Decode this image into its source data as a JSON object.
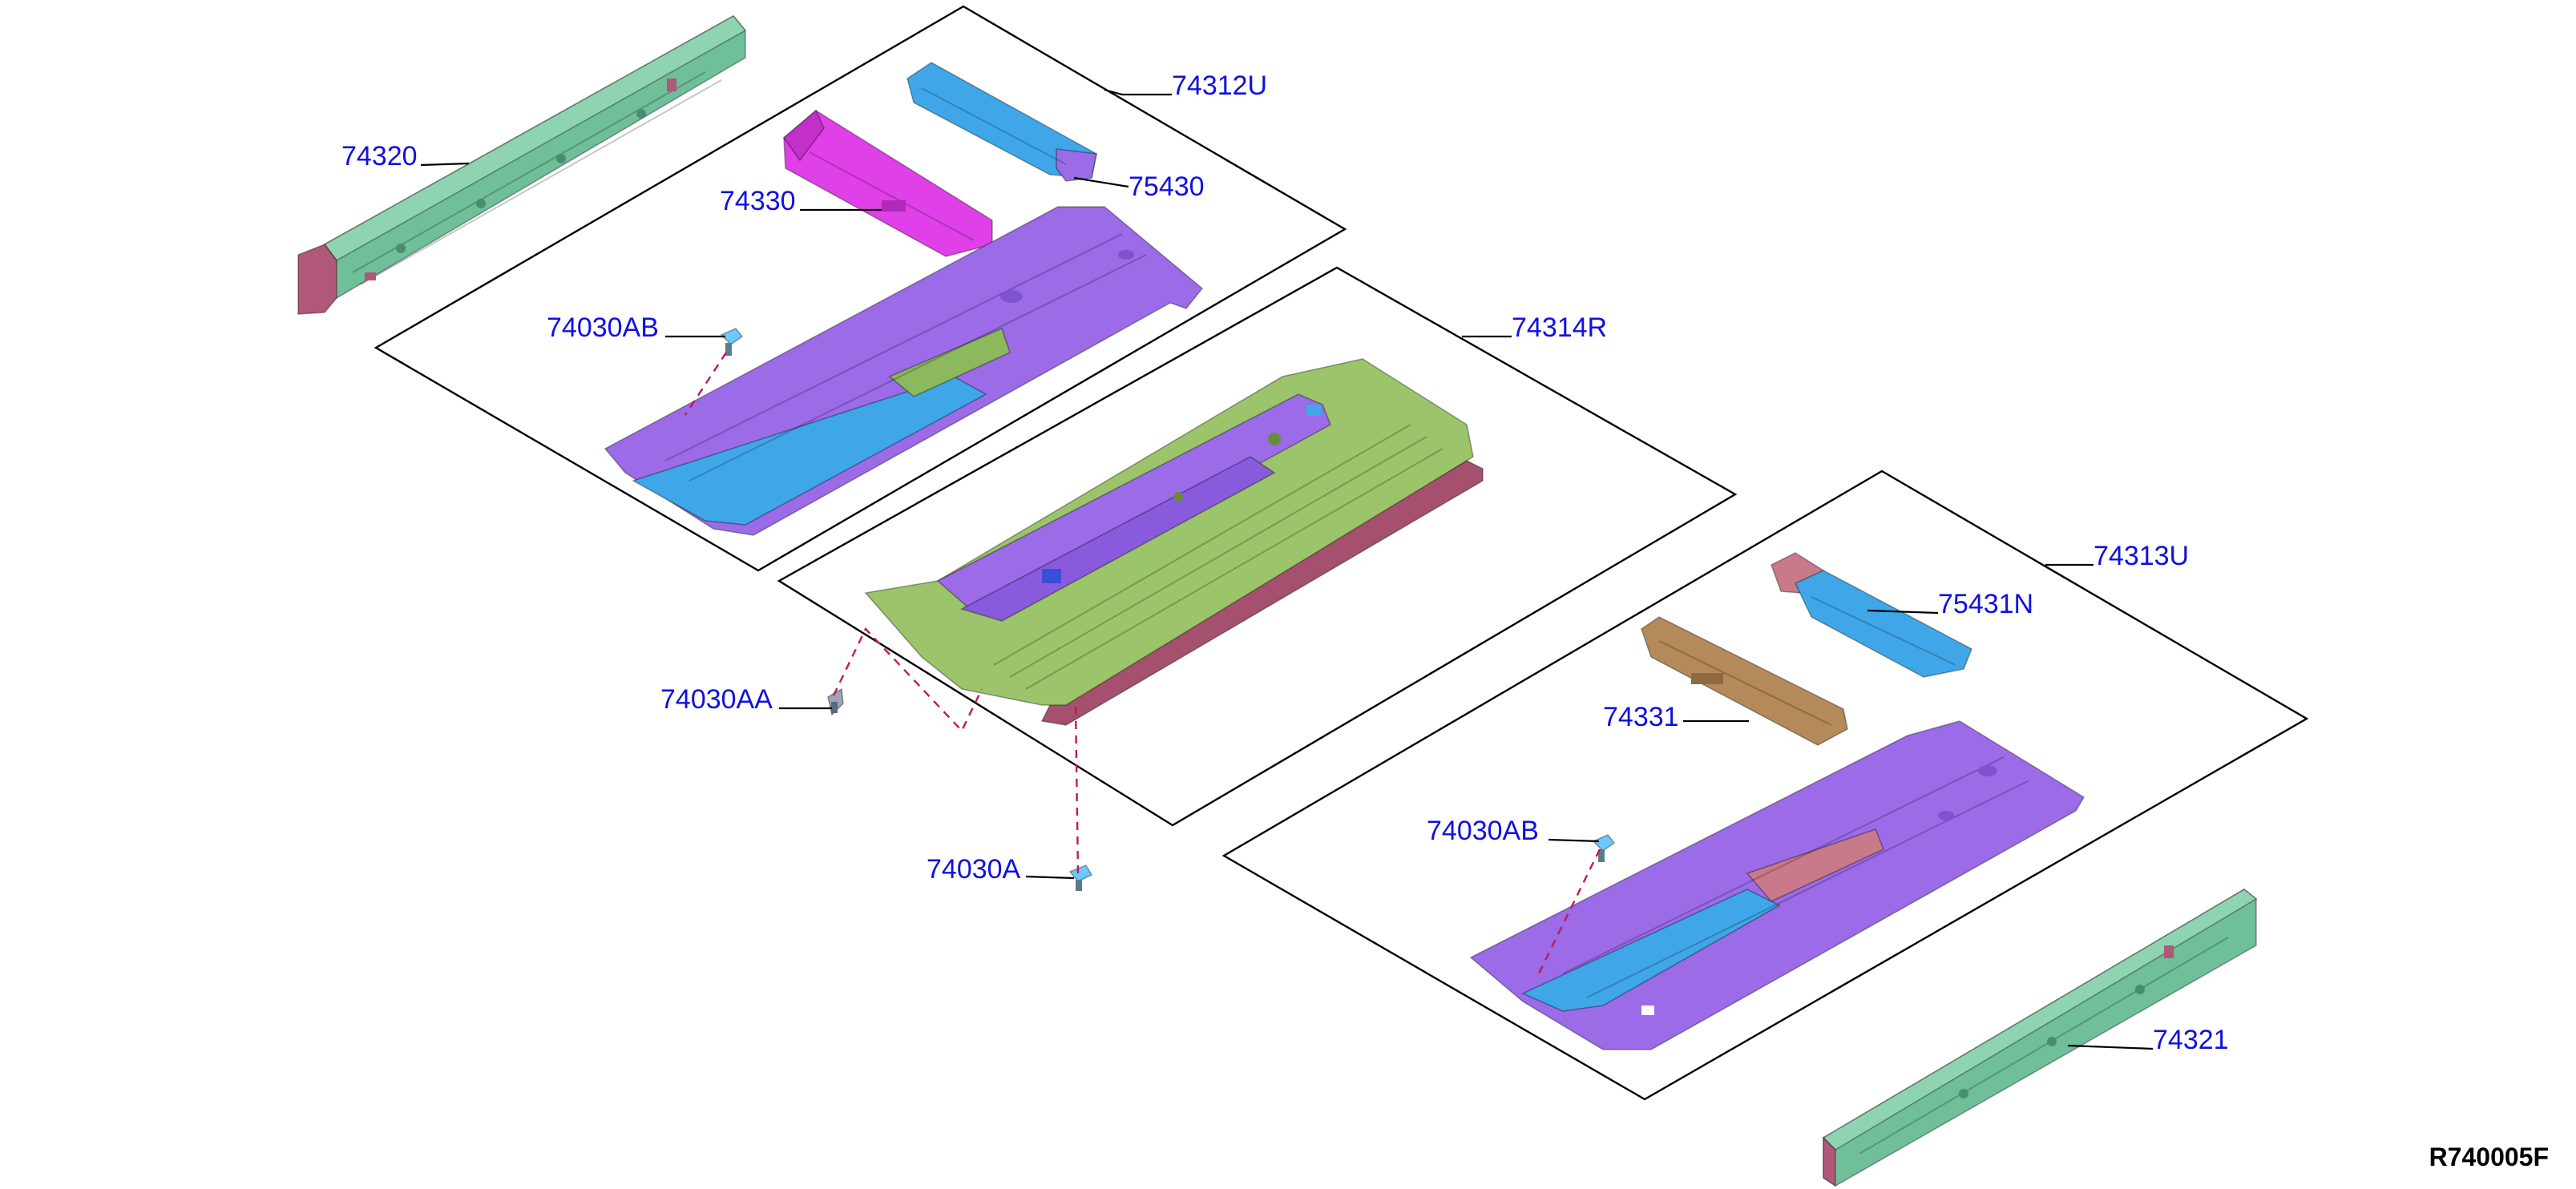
{
  "colors": {
    "label_text": "#1010e0",
    "floor_panel": "#9b6be8",
    "floor_panel_dark": "#7f52d0",
    "rail_green": "#6fbf9a",
    "rail_end": "#b0577a",
    "tunnel_green": "#9cc46a",
    "tunnel_side": "#a5506e",
    "blue_member": "#3fa7e8",
    "magenta_member": "#e040e8",
    "tan_member": "#b48a5a",
    "pink_member": "#c87a8a",
    "fastener_blue": "#6ec8ff",
    "dashed_leader": "#c2185b"
  },
  "labels": {
    "p74312U": "74312U",
    "p74320": "74320",
    "p74330": "74330",
    "p75430": "75430",
    "p74030AB_top": "74030AB",
    "p74314R": "74314R",
    "p74030AA": "74030AA",
    "p74030A": "74030A",
    "p74313U": "74313U",
    "p75431N": "75431N",
    "p74331": "74331",
    "p74030AB_bottom": "74030AB",
    "p74321": "74321"
  },
  "diagram_code": "R740005F"
}
